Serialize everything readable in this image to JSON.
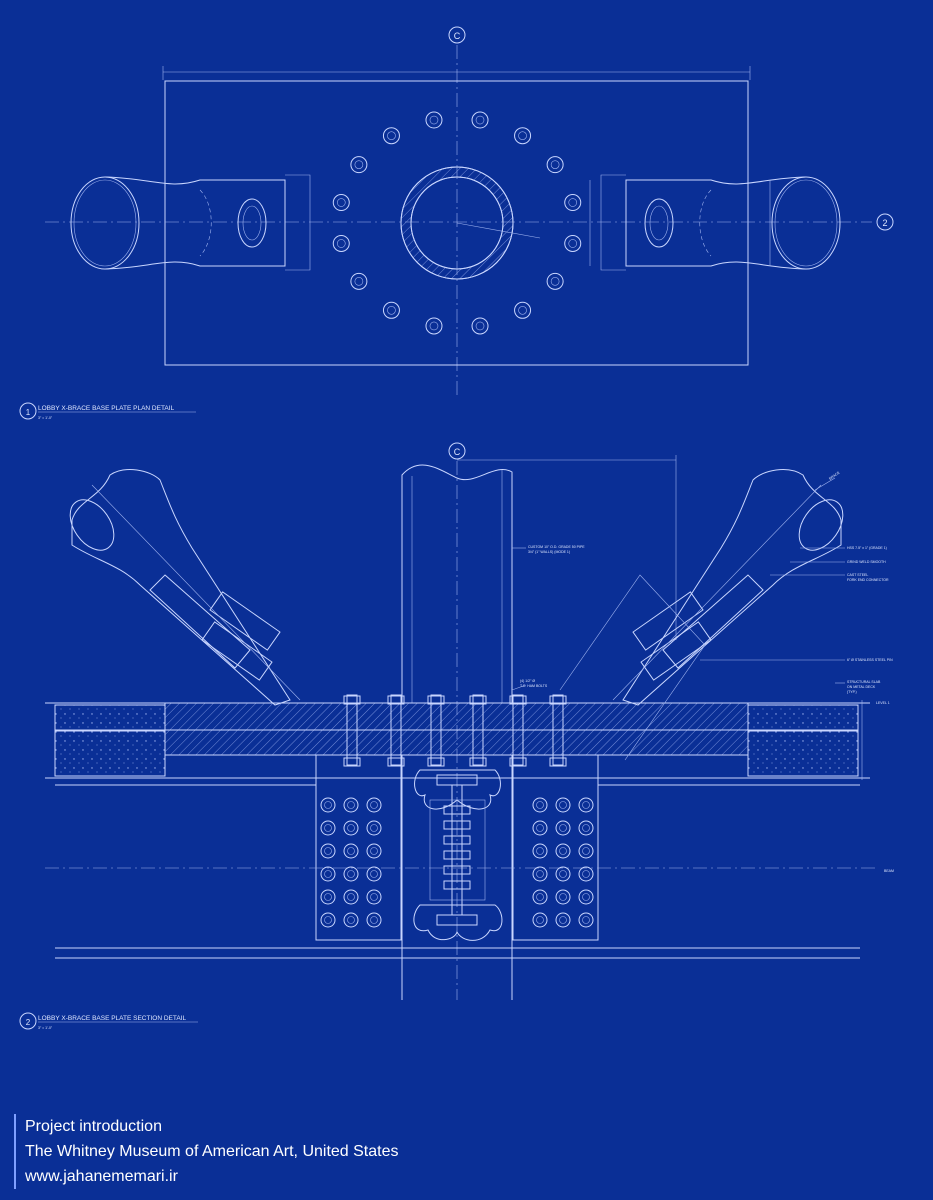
{
  "grid_markers": {
    "c_top": "C",
    "c_section": "C",
    "row_2": "2"
  },
  "details": [
    {
      "number": "1",
      "title": "LOBBY X-BRACE BASE PLATE PLAN DETAIL",
      "scale": "3\" = 1'-0\""
    },
    {
      "number": "2",
      "title": "LOBBY X-BRACE BASE PLATE SECTION DETAIL",
      "scale": "3\" = 1'-0\""
    }
  ],
  "notes": {
    "pipe": [
      "CUSTOM 10\" O.D. GRADE 50 PIPE",
      "3/4\" (1\" WALLS) (MODE 1)"
    ],
    "bolts": [
      "(4) 1/2\" Ø",
      "T.C. HAM BOLTS"
    ],
    "hss": "HSS 7.5\" x 1\" (GRADE 1)",
    "grind": "GRIND WELD SMOOTH",
    "cast": [
      "CAST STEEL",
      "FORK END CONNECTOR"
    ],
    "pin": "6\" Ø STAINLESS STEEL PIN",
    "slab": [
      "STRUCTURAL SLAB",
      "ON METAL DECK",
      "(TYP.)"
    ],
    "level": "LEVEL 1",
    "beam": "BEAM",
    "brace": "BRACE"
  },
  "caption": {
    "line1": "Project introduction",
    "line2": "The Whitney Museum of American Art, United States",
    "line3": "www.jahanememari.ir"
  },
  "colors": {
    "background": "#0a2f96",
    "linework": "#c9d6ff",
    "caption_rule": "#7fa0ff"
  }
}
